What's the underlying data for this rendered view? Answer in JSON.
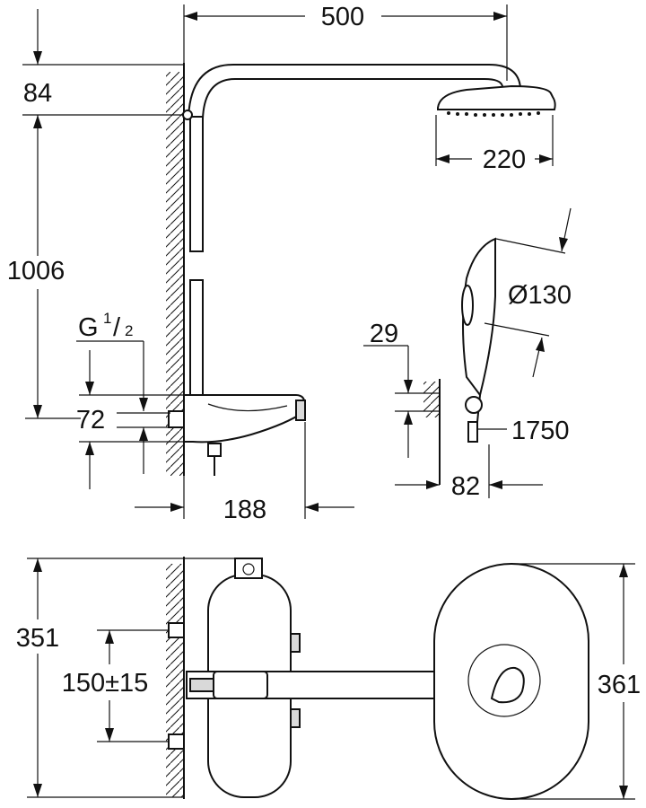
{
  "dimensions": {
    "width_500": "500",
    "height_84": "84",
    "head_220": "220",
    "height_1006": "1006",
    "thread_g": "G",
    "thread_num": "1",
    "thread_den": "2",
    "depth_72": "72",
    "width_188": "188",
    "diameter_130": "Ø130",
    "offset_29": "29",
    "hose_1750": "1750",
    "depth_82": "82",
    "height_351": "351",
    "spacing_150": "150±15",
    "height_361": "361"
  }
}
